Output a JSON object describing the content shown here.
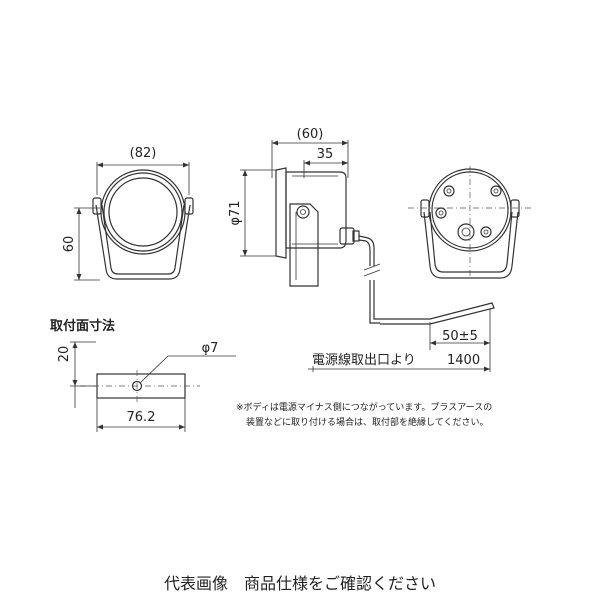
{
  "dimensions": {
    "front_width": "(82)",
    "front_height": "60",
    "side_depth": "(60)",
    "side_body": "35",
    "side_diameter": "φ71",
    "cable_lead": "50±5",
    "cable_label": "電源線取出口より",
    "cable_length": "1400",
    "mount_title": "取付面寸法",
    "mount_height": "20",
    "mount_hole": "φ7",
    "mount_width": "76.2"
  },
  "notes": {
    "line1": "※ボディは電源マイナス側につながっています。プラスアースの",
    "line2": "装置などに取り付ける場合は、取付部を絶縁してください。"
  },
  "caption": "代表画像　商品仕様をご確認ください"
}
